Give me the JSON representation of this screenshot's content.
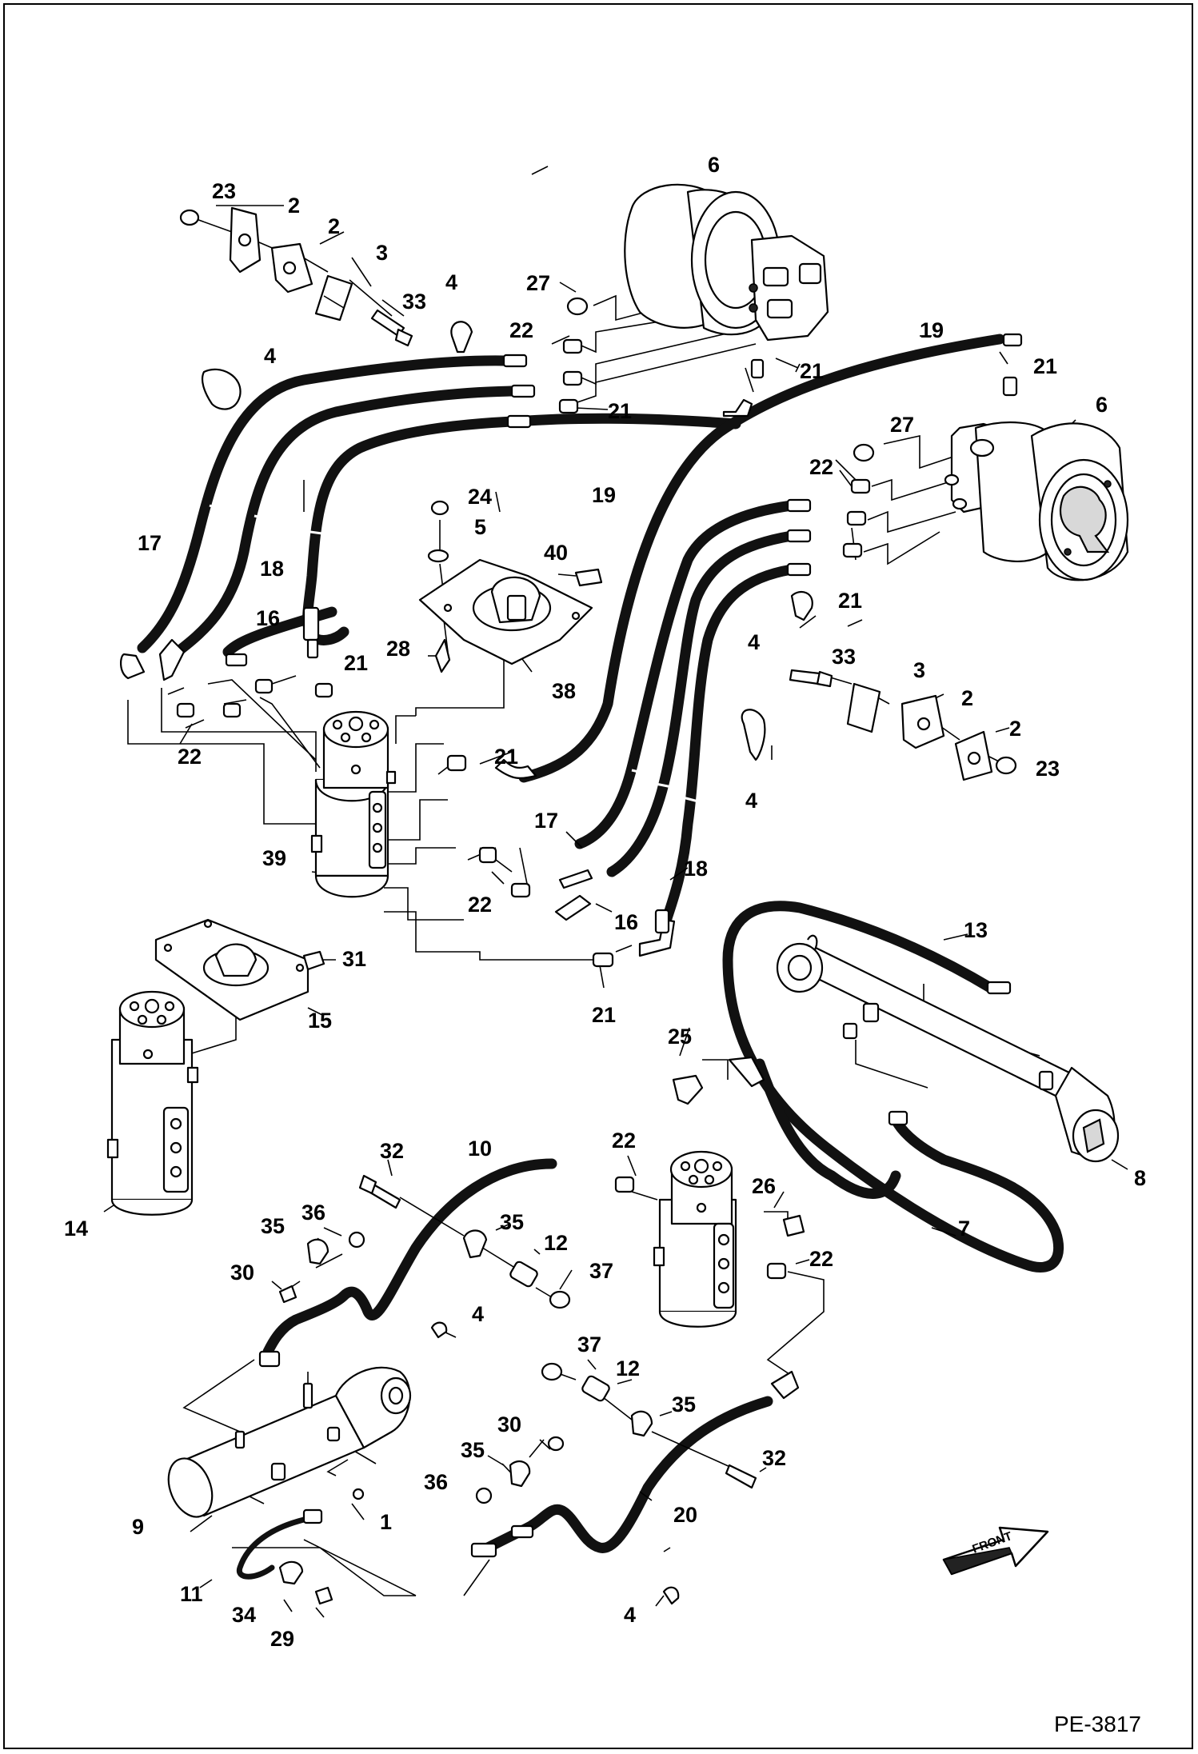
{
  "document_code": "PE-3817",
  "front_label": "FRONT",
  "callouts": [
    {
      "id": "c23a",
      "label": "23"
    },
    {
      "id": "c2a",
      "label": "2"
    },
    {
      "id": "c2b",
      "label": "2"
    },
    {
      "id": "c3a",
      "label": "3"
    },
    {
      "id": "c33a",
      "label": "33"
    },
    {
      "id": "c4a",
      "label": "4"
    },
    {
      "id": "c4b",
      "label": "4"
    },
    {
      "id": "c27a",
      "label": "27"
    },
    {
      "id": "c6a",
      "label": "6"
    },
    {
      "id": "c22a",
      "label": "22"
    },
    {
      "id": "c21a",
      "label": "21"
    },
    {
      "id": "c21b",
      "label": "21"
    },
    {
      "id": "c19a",
      "label": "19"
    },
    {
      "id": "c19b",
      "label": "19"
    },
    {
      "id": "c21c",
      "label": "21"
    },
    {
      "id": "c6b",
      "label": "6"
    },
    {
      "id": "c27b",
      "label": "27"
    },
    {
      "id": "c22b",
      "label": "22"
    },
    {
      "id": "c21d",
      "label": "21"
    },
    {
      "id": "c24",
      "label": "24"
    },
    {
      "id": "c5",
      "label": "5"
    },
    {
      "id": "c40",
      "label": "40"
    },
    {
      "id": "c17a",
      "label": "17"
    },
    {
      "id": "c18a",
      "label": "18"
    },
    {
      "id": "c16a",
      "label": "16"
    },
    {
      "id": "c21e",
      "label": "21"
    },
    {
      "id": "c28",
      "label": "28"
    },
    {
      "id": "c38",
      "label": "38"
    },
    {
      "id": "c4c",
      "label": "4"
    },
    {
      "id": "c33b",
      "label": "33"
    },
    {
      "id": "c3b",
      "label": "3"
    },
    {
      "id": "c2c",
      "label": "2"
    },
    {
      "id": "c2d",
      "label": "2"
    },
    {
      "id": "c23b",
      "label": "23"
    },
    {
      "id": "c22c",
      "label": "22"
    },
    {
      "id": "c21f",
      "label": "21"
    },
    {
      "id": "c4d",
      "label": "4"
    },
    {
      "id": "c17b",
      "label": "17"
    },
    {
      "id": "c39",
      "label": "39"
    },
    {
      "id": "c18b",
      "label": "18"
    },
    {
      "id": "c22d",
      "label": "22"
    },
    {
      "id": "c16b",
      "label": "16"
    },
    {
      "id": "c13",
      "label": "13"
    },
    {
      "id": "c31",
      "label": "31"
    },
    {
      "id": "c21g",
      "label": "21"
    },
    {
      "id": "c15",
      "label": "15"
    },
    {
      "id": "c25",
      "label": "25"
    },
    {
      "id": "c8",
      "label": "8"
    },
    {
      "id": "c32a",
      "label": "32"
    },
    {
      "id": "c10",
      "label": "10"
    },
    {
      "id": "c22e",
      "label": "22"
    },
    {
      "id": "c26",
      "label": "26"
    },
    {
      "id": "c14",
      "label": "14"
    },
    {
      "id": "c36a",
      "label": "36"
    },
    {
      "id": "c35a",
      "label": "35"
    },
    {
      "id": "c35b",
      "label": "35"
    },
    {
      "id": "c12a",
      "label": "12"
    },
    {
      "id": "c7",
      "label": "7"
    },
    {
      "id": "c30a",
      "label": "30"
    },
    {
      "id": "c37a",
      "label": "37"
    },
    {
      "id": "c22f",
      "label": "22"
    },
    {
      "id": "c4e",
      "label": "4"
    },
    {
      "id": "c37b",
      "label": "37"
    },
    {
      "id": "c12b",
      "label": "12"
    },
    {
      "id": "c35c",
      "label": "35"
    },
    {
      "id": "c30b",
      "label": "30"
    },
    {
      "id": "c35d",
      "label": "35"
    },
    {
      "id": "c32b",
      "label": "32"
    },
    {
      "id": "c36b",
      "label": "36"
    },
    {
      "id": "c1",
      "label": "1"
    },
    {
      "id": "c20",
      "label": "20"
    },
    {
      "id": "c9",
      "label": "9"
    },
    {
      "id": "c11",
      "label": "11"
    },
    {
      "id": "c34",
      "label": "34"
    },
    {
      "id": "c29",
      "label": "29"
    },
    {
      "id": "c4f",
      "label": "4"
    }
  ]
}
